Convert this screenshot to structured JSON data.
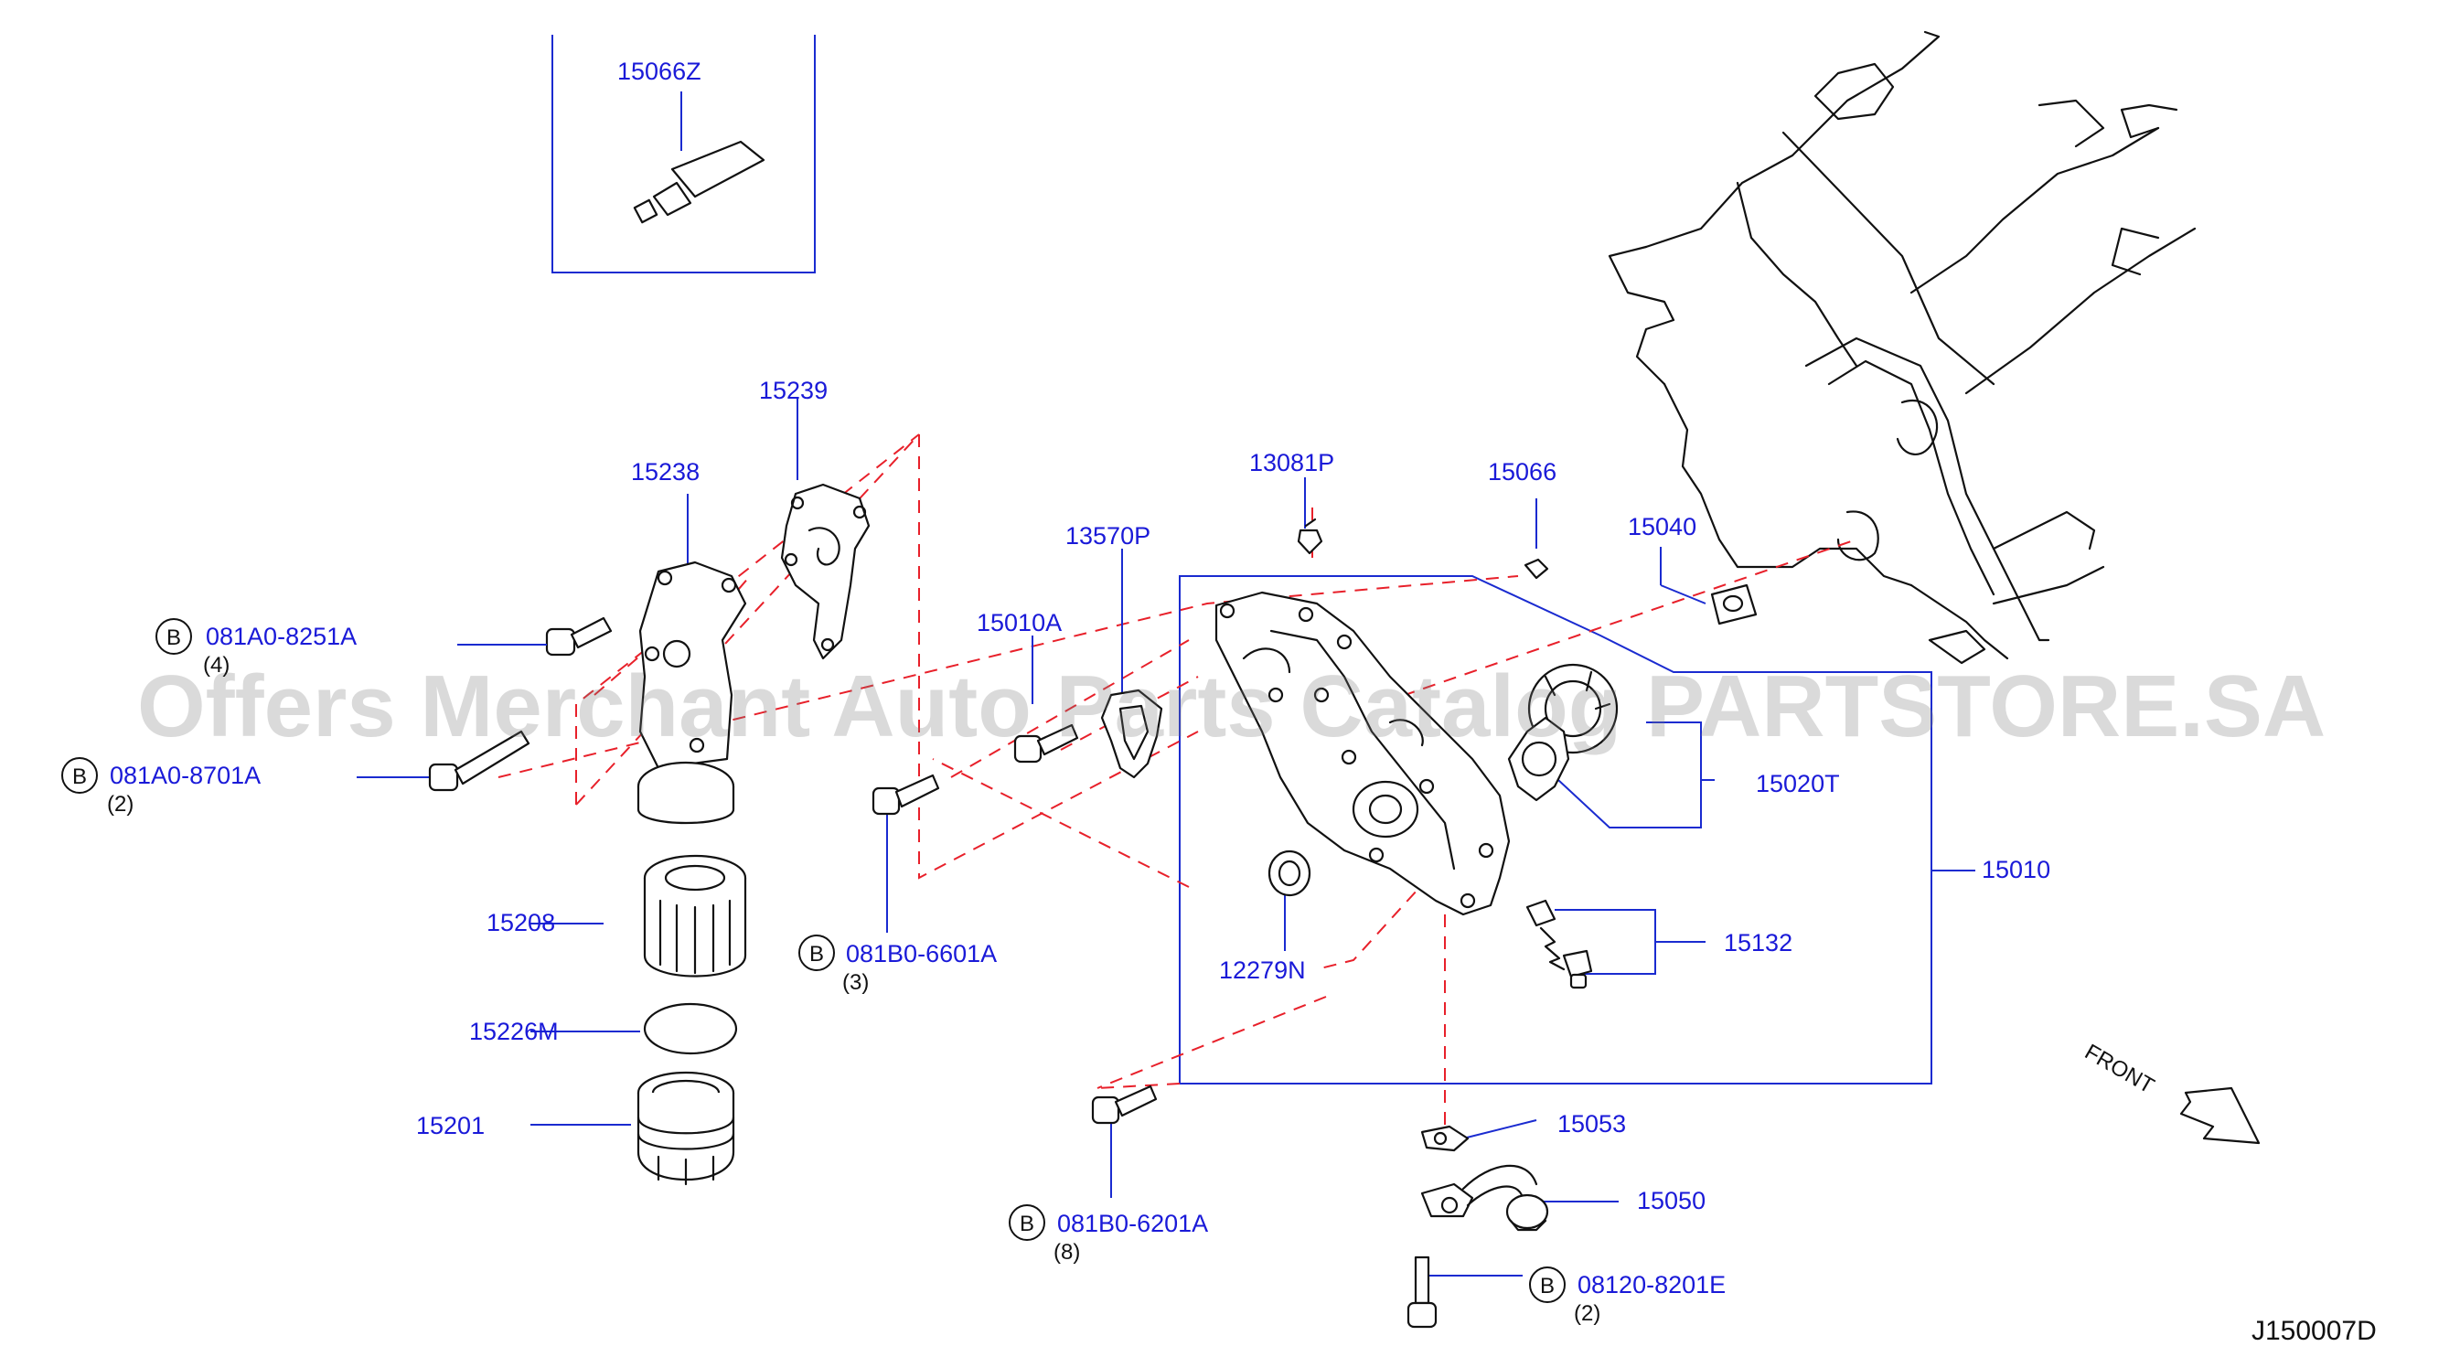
{
  "diagram": {
    "watermark": "Offers Merchant Auto Parts Catalog PARTSTORE.SA",
    "reference_code": "J150007D",
    "front_label": "FRONT",
    "bolt_marker": "B",
    "parts": {
      "p15066Z": "15066Z",
      "p15239": "15239",
      "p15238": "15238",
      "p13081P": "13081P",
      "p15066": "15066",
      "p15040": "15040",
      "p13570P": "13570P",
      "p15010A": "15010A",
      "p15020T": "15020T",
      "p15010": "15010",
      "p15208": "15208",
      "p15226M": "15226M",
      "p15201": "15201",
      "p12279N": "12279N",
      "p15132": "15132",
      "p15053": "15053",
      "p15050": "15050"
    },
    "bolts": [
      {
        "part": "081A0-8251A",
        "qty": "(4)"
      },
      {
        "part": "081A0-8701A",
        "qty": "(2)"
      },
      {
        "part": "081B0-6601A",
        "qty": "(3)"
      },
      {
        "part": "081B0-6201A",
        "qty": "(8)"
      },
      {
        "part": "08120-8201E",
        "qty": "(2)"
      }
    ]
  }
}
